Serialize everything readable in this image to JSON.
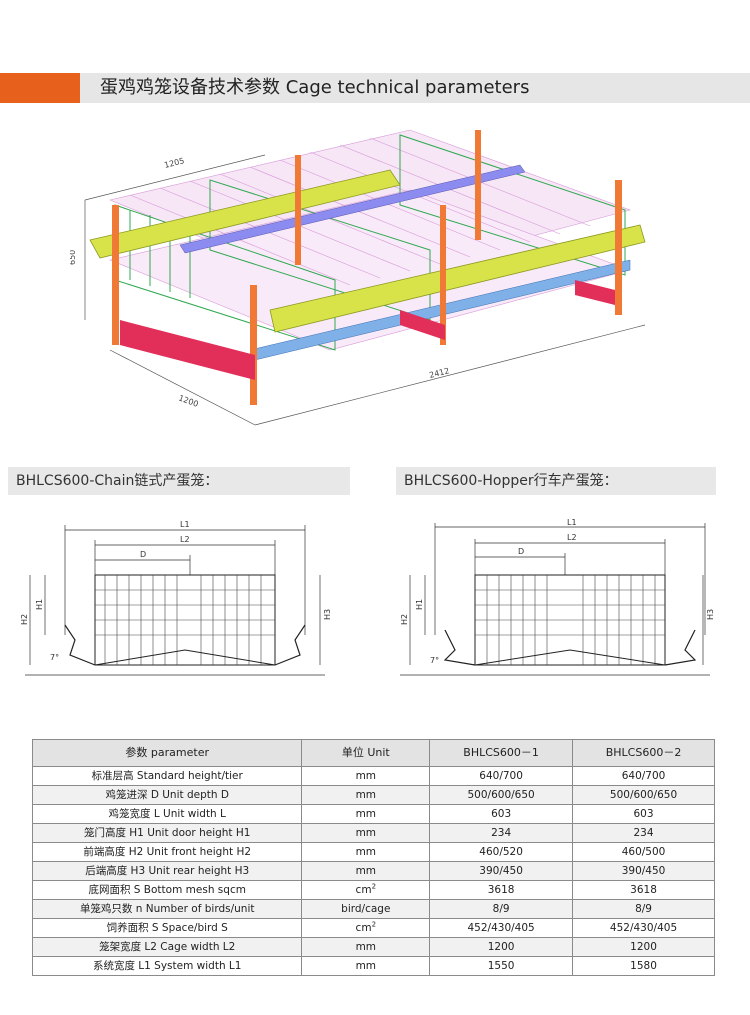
{
  "header": {
    "title": "蛋鸡鸡笼设备技术参数 Cage technical parameters",
    "accent_color": "#e8611c"
  },
  "illustration": {
    "dims": {
      "top": "1205",
      "height": "650",
      "depth": "1200",
      "length": "2412"
    }
  },
  "sections": {
    "chain": {
      "title": "BHLCS600-Chain链式产蛋笼："
    },
    "hopper": {
      "title": "BHLCS600-Hopper行车产蛋笼："
    }
  },
  "diagram_labels": {
    "L1": "L1",
    "L2": "L2",
    "D": "D",
    "H1": "H1",
    "H2": "H2",
    "H3": "H3",
    "angle": "7°"
  },
  "table": {
    "headers": [
      "参数 parameter",
      "单位 Unit",
      "BHLCS600－1",
      "BHLCS600－2"
    ],
    "rows": [
      {
        "param": "标准层高 Standard height/tier",
        "unit": "mm",
        "v1": "640/700",
        "v2": "640/700"
      },
      {
        "param": "鸡笼进深 D  Unit depth D",
        "unit": "mm",
        "v1": "500/600/650",
        "v2": "500/600/650"
      },
      {
        "param": "鸡笼宽度 L  Unit width L",
        "unit": "mm",
        "v1": "603",
        "v2": "603"
      },
      {
        "param": "笼门高度 H1  Unit door height H1",
        "unit": "mm",
        "v1": "234",
        "v2": "234"
      },
      {
        "param": "前端高度 H2  Unit front height H2",
        "unit": "mm",
        "v1": "460/520",
        "v2": "460/500"
      },
      {
        "param": "后端高度 H3  Unit rear height H3",
        "unit": "mm",
        "v1": "390/450",
        "v2": "390/450"
      },
      {
        "param": "底网面积 S Bottom mesh sqcm",
        "unit": "cm",
        "unit_sup": "2",
        "v1": "3618",
        "v2": "3618"
      },
      {
        "param": "单笼鸡只数 n  Number of birds/unit",
        "unit": "bird/cage",
        "v1": "8/9",
        "v2": "8/9"
      },
      {
        "param": "饲养面积  S  Space/bird S",
        "unit": "cm",
        "unit_sup": "2",
        "v1": "452/430/405",
        "v2": "452/430/405"
      },
      {
        "param": "笼架宽度  L2  Cage width L2",
        "unit": "mm",
        "v1": "1200",
        "v2": "1200"
      },
      {
        "param": "系统宽度  L1  System width L1",
        "unit": "mm",
        "v1": "1550",
        "v2": "1580"
      }
    ]
  }
}
